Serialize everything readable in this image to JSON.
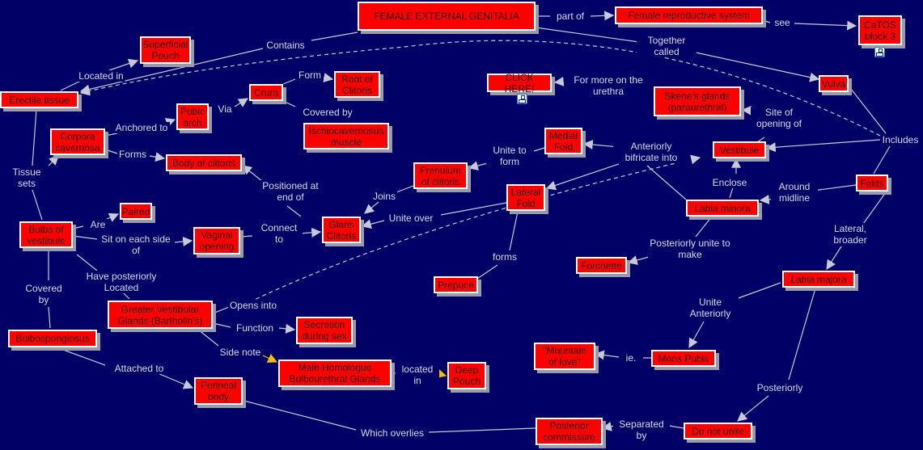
{
  "colors": {
    "background": "#000066",
    "node": "#ff0000",
    "link": "#c8c8d8"
  },
  "nodes": {
    "title": "FEMALE EXTERNAL GENITALIA",
    "repro": "Female reproductive system",
    "catos": "CaTOS block 3",
    "superficial": "Superficial Pouch",
    "erectile": "Erectile tissue",
    "root": "Root of Clitoris",
    "crura": "Crura",
    "pubic": "Pubic arch",
    "ischio": "Ischiocavernosus muscle",
    "corpora": "Corpora cavernosa",
    "body": "Body of clitoris",
    "click": "CLICK HERE!",
    "skene": "Skene's glands (paraurethral)",
    "vulva": "Vulva",
    "medial": "Medial Fold",
    "vestibule": "Vestibule",
    "frenulum": "Frenulum of clitoris",
    "lateral": "Lateral Fold",
    "folds": "Folds",
    "minora": "Labia minora",
    "paired": "Paired",
    "bulbs": "Bulbs of vestibule",
    "vaginal": "Vaginal opening",
    "glans": "Glans Clitoris",
    "forchette": "Forchette",
    "prepuce": "Prepuce",
    "majora": "Labia majora",
    "greater": "Greater Vestibular Glands (Bartholin's)",
    "secretion": "Secretion during sex",
    "bulbo": "Bulbospongiosus",
    "male": "Male Homologue Bulbourethral Glands",
    "deep": "Deep Pouch",
    "mountain": "\"Mountain of love\"",
    "mons": "Mons Pubis",
    "perineal": "Perineal body",
    "posterior": "Posterior commissure",
    "notunite": "Do not unite"
  },
  "links": {
    "partof": "part of",
    "see": "see",
    "contains": "Contains",
    "together": "Together called",
    "locatedin": "Located in",
    "form": "Form",
    "via": "Via",
    "coveredby": "Covered by",
    "anchored": "Anchored to",
    "forms": "Forms",
    "formore": "For more on the urethra",
    "siteof": "Site of opening of",
    "includes": "Includes",
    "unitetoform": "Unite to form",
    "anteriorly": "Anteriorly bifricate into",
    "positioned": "Positioned at end of",
    "joins": "Joins",
    "enclose": "Enclose",
    "around": "Around midline",
    "tissue": "Tissue sets",
    "are": "Are",
    "sit": "Sit on each side of",
    "connect": "Connect to",
    "uniteover": "Unite over",
    "lateralbroader": "Lateral, broader",
    "posteriorlyunite": "Posteriorly unite to make",
    "formsprepuce": "forms",
    "haveposterior": "Have posteriorly Located",
    "coveredby2": "Covered by",
    "opensinto": "Opens into",
    "function": "Function",
    "sidenote": "Side note",
    "uniteanteriorly": "Unite Anteriorly",
    "ie": "ie.",
    "attached": "Attached to",
    "locatedin2": "located in",
    "posteriorly": "Posteriorly",
    "separated": "Separated by",
    "overlies": "Which overlies"
  },
  "icons": [
    "concept-map-link-icon"
  ]
}
